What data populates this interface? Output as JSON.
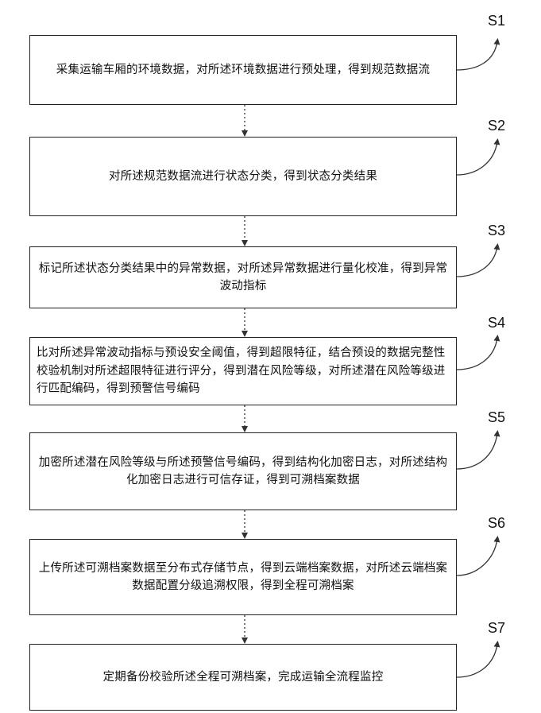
{
  "diagram": {
    "type": "flowchart",
    "steps": [
      {
        "label": "S1",
        "text": "采集运输车厢的环境数据，对所述环境数据进行预处理，得到规范数据流"
      },
      {
        "label": "S2",
        "text": "对所述规范数据流进行状态分类，得到状态分类结果"
      },
      {
        "label": "S3",
        "text": "标记所述状态分类结果中的异常数据，对所述异常数据进行量化校准，得到异常波动指标"
      },
      {
        "label": "S4",
        "text": "比对所述异常波动指标与预设安全阈值，得到超限特征，结合预设的数据完整性校验机制对所述超限特征进行评分，得到潜在风险等级，对所述潜在风险等级进行匹配编码，得到预警信号编码"
      },
      {
        "label": "S5",
        "text": "加密所述潜在风险等级与所述预警信号编码，得到结构化加密日志，对所述结构化加密日志进行可信存证，得到可溯档案数据"
      },
      {
        "label": "S6",
        "text": "上传所述可溯档案数据至分布式存储节点，得到云端档案数据，对所述云端档案数据配置分级追溯权限，得到全程可溯档案"
      },
      {
        "label": "S7",
        "text": "定期备份校验所述全程可溯档案，完成运输全流程监控"
      }
    ],
    "colors": {
      "stroke": "#222222",
      "connector": "#333333",
      "text": "#111111",
      "background": "#ffffff"
    }
  }
}
